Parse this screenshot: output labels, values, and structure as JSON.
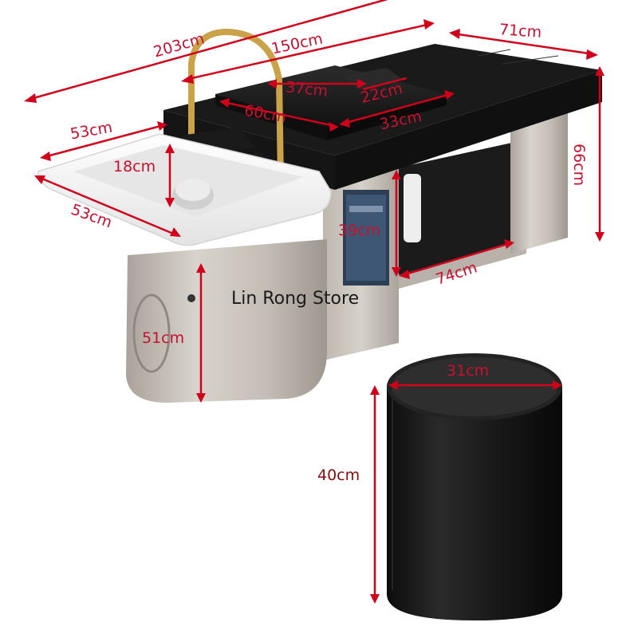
{
  "watermark": "Lin Rong Store",
  "dimensions": {
    "total_length": "203cm",
    "bed_length": "150cm",
    "bed_width": "71cm",
    "headrest_length": "37cm",
    "headrest_width": "22cm",
    "head_pad_length": "60cm",
    "head_pad_width": "33cm",
    "basin_depth_top": "53cm",
    "basin_depth_side": "53cm",
    "basin_height": "18cm",
    "bed_height": "66cm",
    "cabinet_height": "39cm",
    "cabinet_length": "74cm",
    "base_height": "51cm",
    "stool_diameter": "31cm",
    "stool_height": "40cm"
  },
  "colors": {
    "dimension_line": "#d0021b",
    "leather": "#1c1c1c",
    "steel": "#c9c4bd",
    "basin": "#f4f4f4",
    "faucet": "#c9a24a"
  }
}
